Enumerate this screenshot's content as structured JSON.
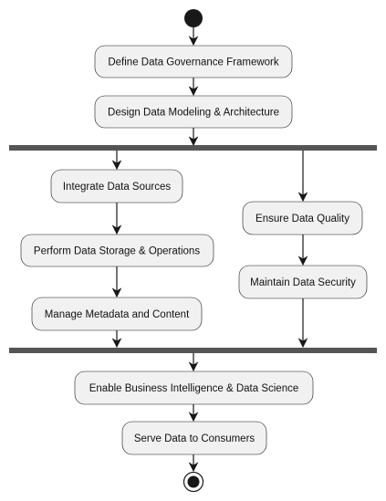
{
  "diagram": {
    "type": "activity",
    "colors": {
      "node_fill": "#f1f1f1",
      "node_stroke": "#181818",
      "bar_fill": "#555555",
      "line": "#181818"
    },
    "nodes": {
      "define_governance": "Define Data Governance Framework",
      "design_modeling": "Design Data Modeling & Architecture",
      "integrate_sources": "Integrate Data Sources",
      "perform_storage": "Perform Data Storage & Operations",
      "manage_metadata": "Manage Metadata and Content",
      "ensure_quality": "Ensure Data Quality",
      "maintain_security": "Maintain Data Security",
      "enable_bi": "Enable Business Intelligence & Data Science",
      "serve_data": "Serve Data to Consumers"
    },
    "flow": {
      "start": "start",
      "sequence_before_fork": [
        "define_governance",
        "design_modeling"
      ],
      "fork_branches": [
        [
          "integrate_sources",
          "perform_storage",
          "manage_metadata"
        ],
        [
          "ensure_quality",
          "maintain_security"
        ]
      ],
      "sequence_after_join": [
        "enable_bi",
        "serve_data"
      ],
      "end": "end"
    }
  }
}
